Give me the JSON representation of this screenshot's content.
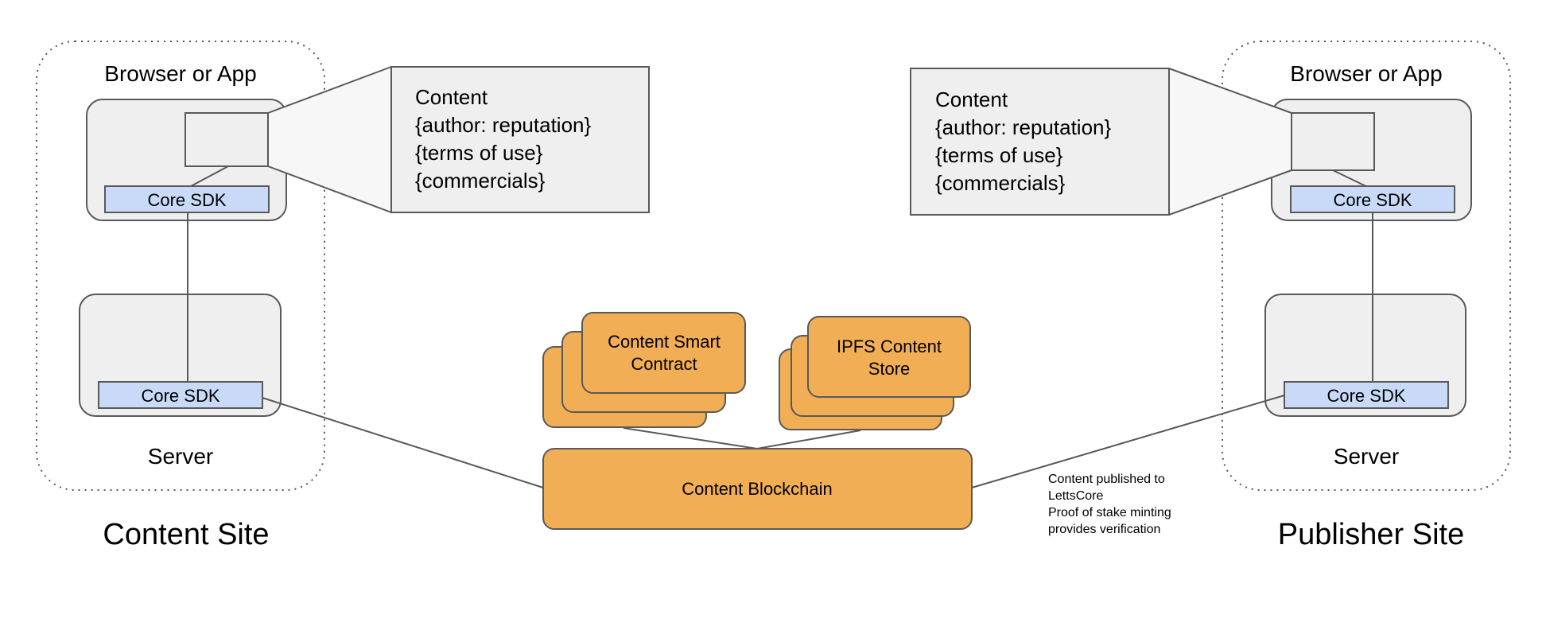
{
  "content_site": {
    "title": "Content Site",
    "browser_label": "Browser or App",
    "browser_sdk_label": "Core SDK",
    "server_sdk_label": "Core SDK",
    "server_label": "Server",
    "callout": {
      "line1": "Content",
      "line2": "{author: reputation}",
      "line3": "{terms of use}",
      "line4": "{commercials}"
    }
  },
  "publisher_site": {
    "title": "Publisher Site",
    "browser_label": "Browser or App",
    "browser_sdk_label": "Core SDK",
    "server_sdk_label": "Core SDK",
    "server_label": "Server",
    "callout": {
      "line1": "Content",
      "line2": "{author: reputation}",
      "line3": "{terms of use}",
      "line4": "{commercials}"
    }
  },
  "center": {
    "smart_contract": {
      "line1": "Content Smart",
      "line2": "Contract"
    },
    "ipfs_store": {
      "line1": "IPFS Content",
      "line2": "Store"
    },
    "blockchain_label": "Content Blockchain"
  },
  "annotation": {
    "line1": "Content published to",
    "line2": "LettsCore",
    "line3": "Proof of stake minting",
    "line4": "provides verification"
  },
  "colors": {
    "orange_fill": "#F2AE55",
    "sdk_fill": "#C9DAF8",
    "box_fill": "#EFEFEF",
    "stroke": "#595959"
  }
}
